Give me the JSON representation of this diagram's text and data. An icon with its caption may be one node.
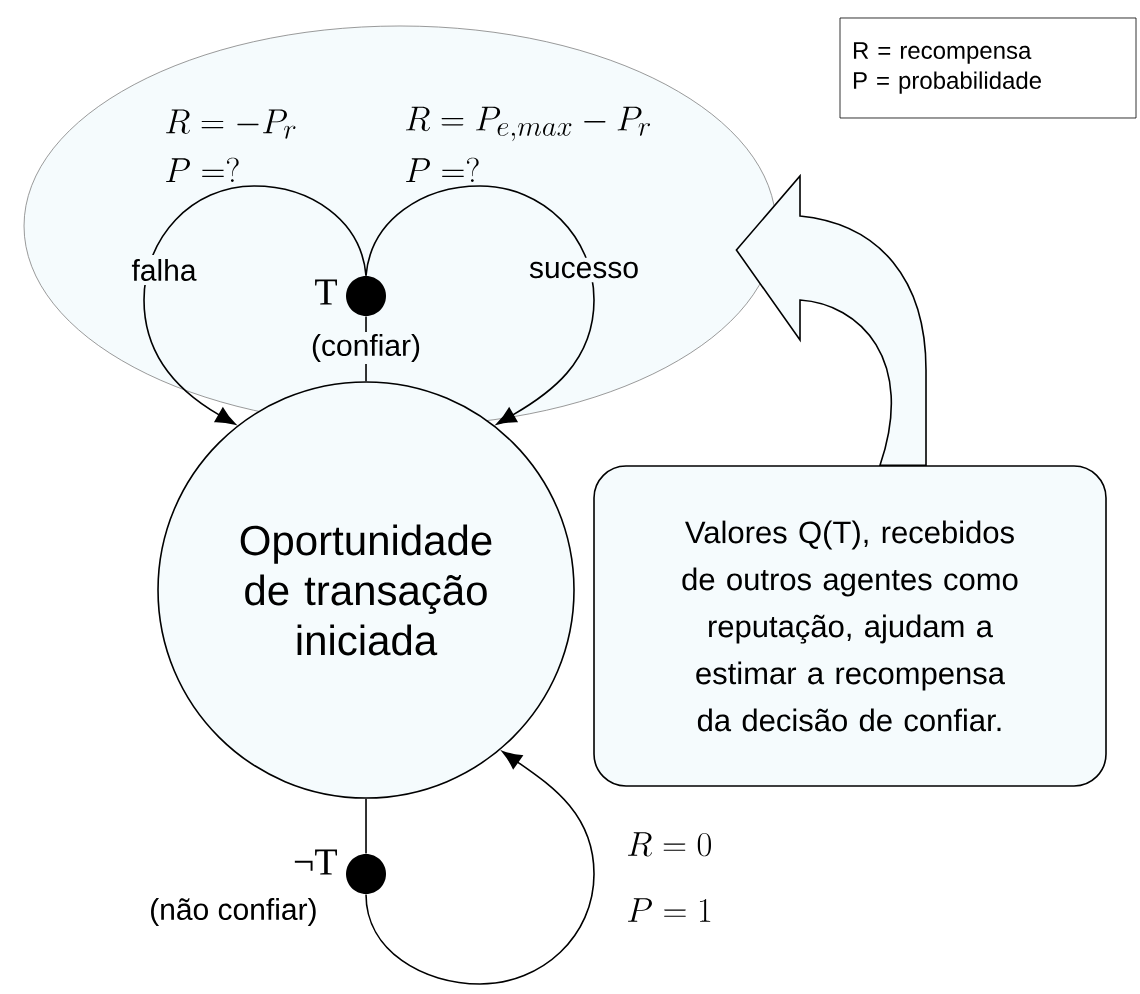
{
  "diagram": {
    "nodes": [
      {
        "text": [],
        "shape": "ellipse"
      },
      {
        "text": [
          "Oportunidade de transação iniciada"
        ]
      },
      {
        "text": [],
        "shape": "circle",
        "in": 0,
        "beside": [
          "T",
          "(confiar)"
        ]
      },
      {
        "text": [],
        "shape": "circle",
        "beside": [
          "¬T",
          "(não confiar)"
        ]
      },
      {
        "text": [
          "Valores Q(T), recebidos de outros agentes como reputação, ajudam a estimar a recompensa da decisão de confiar."
        ]
      },
      {
        "text": [
          "R = recompensa",
          "P = probabilidade"
        ]
      }
    ],
    "edges": [
      {
        "from": 2,
        "to": 1,
        "arrow": "none"
      },
      {
        "from": 2,
        "to": 1,
        "arrow": "to",
        "label": "falha"
      },
      {
        "from": 2,
        "to": 1,
        "arrow": "to",
        "label": "sucesso"
      },
      {
        "from": 1,
        "to": 3,
        "arrow": "none"
      },
      {
        "from": 3,
        "to": 1,
        "arrow": "to"
      },
      {
        "from": 4,
        "to": 0,
        "arrow": "to"
      }
    ],
    "labels": [
      "R = -P_r",
      "P = ?",
      "R = P_{e,max} - P_r",
      "P = ?",
      "R = 0",
      "P = 1"
    ]
  }
}
